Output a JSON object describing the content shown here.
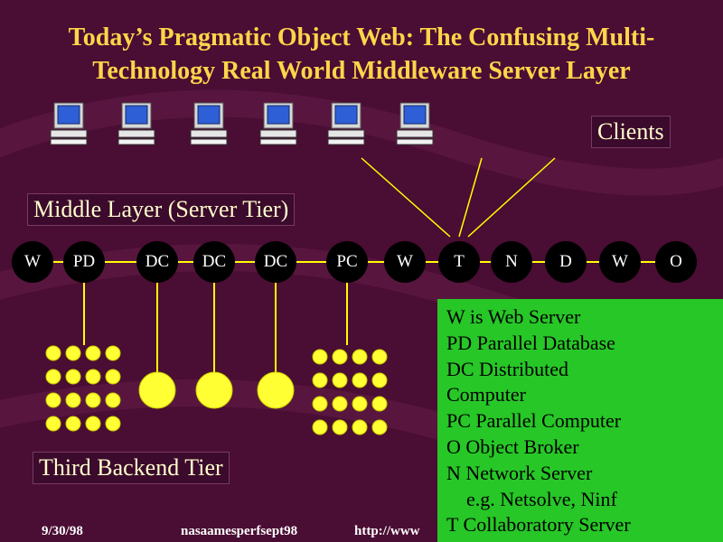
{
  "title_line1": "Today’s Pragmatic Object Web: The Confusing Multi-",
  "title_line2": "Technology Real World Middleware Server Layer",
  "clients_label": "Clients",
  "middle_layer_label": "Middle Layer (Server Tier)",
  "backend_label": "Third Backend Tier",
  "server_nodes": [
    "W",
    "PD",
    "DC",
    "DC",
    "DC",
    "PC",
    "W",
    "T",
    "N",
    "D",
    "W",
    "O"
  ],
  "legend": [
    "W is Web Server",
    "PD Parallel Database",
    "DC Distributed",
    "Computer",
    "PC Parallel Computer",
    "O Object Broker",
    "N Network Server",
    "    e.g. Netsolve, Ninf",
    "T Collaboratory Server"
  ],
  "footer": {
    "date": "9/30/98",
    "filename": "nasaamesperfsept98",
    "url": "http://www"
  },
  "colors": {
    "background": "#4a0d33",
    "title": "#ffd54a",
    "backend_nodes": "#ffff33",
    "legend_bg": "#27c727",
    "lines": "#ffff00"
  },
  "icons": [
    "computer-icon"
  ]
}
